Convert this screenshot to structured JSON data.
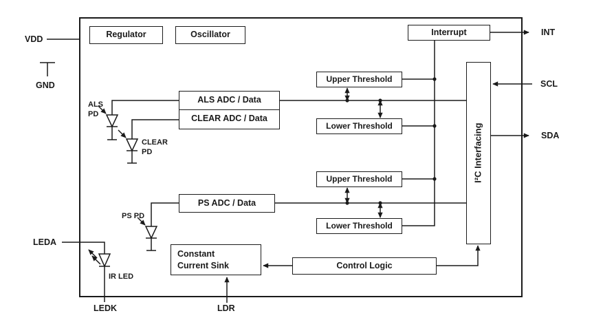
{
  "pins": {
    "vdd": "VDD",
    "gnd": "GND",
    "leda": "LEDA",
    "ledk": "LEDK",
    "ldr": "LDR",
    "int": "INT",
    "scl": "SCL",
    "sda": "SDA"
  },
  "blocks": {
    "regulator": "Regulator",
    "oscillator": "Oscillator",
    "interrupt": "Interrupt",
    "als_adc": "ALS ADC / Data",
    "clear_adc": "CLEAR ADC / Data",
    "upper_threshold_als": "Upper Threshold",
    "lower_threshold_als": "Lower Threshold",
    "ps_adc": "PS ADC / Data",
    "upper_threshold_ps": "Upper Threshold",
    "lower_threshold_ps": "Lower Threshold",
    "constant_current_sink": {
      "line1": "Constant",
      "line2": "Current Sink"
    },
    "control_logic": "Control Logic",
    "i2c_interfacing": "I²C Interfacing"
  },
  "components": {
    "als_pd": {
      "line1": "ALS",
      "line2": "PD"
    },
    "clear_pd": {
      "line1": "CLEAR",
      "line2": "PD"
    },
    "ps_pd": "PS PD",
    "ir_led": "IR LED"
  },
  "colors": {
    "line": "#1a1a1a",
    "background": "#ffffff"
  }
}
